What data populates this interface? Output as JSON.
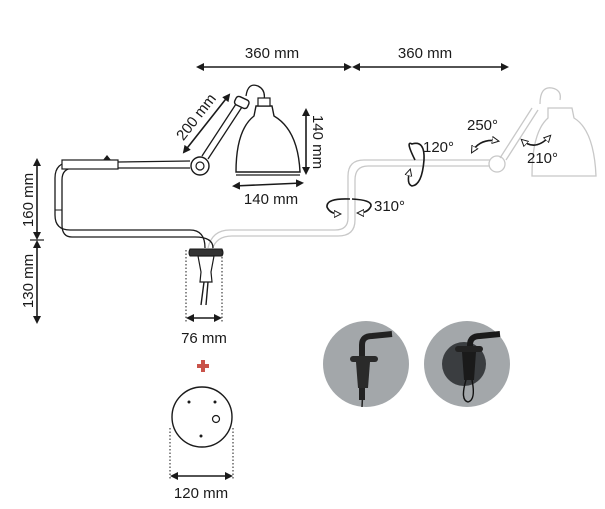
{
  "dimensions": {
    "arm_length_1": "360 mm",
    "arm_length_2": "360 mm",
    "upper_arm": "200 mm",
    "shade_height": "140 mm",
    "shade_width": "140 mm",
    "upper_height": "160 mm",
    "lower_height": "130 mm",
    "bracket_width": "76 mm",
    "wall_plate_diameter": "120 mm"
  },
  "rotations": {
    "base_swivel": "310°",
    "arm_rotation": "120°",
    "elbow": "250°",
    "shade": "210°"
  },
  "colors": {
    "line": "#1a1a1a",
    "ghost": "#c8c8c8",
    "plus": "#c9534a",
    "photo_bg": "#a3a7aa"
  }
}
